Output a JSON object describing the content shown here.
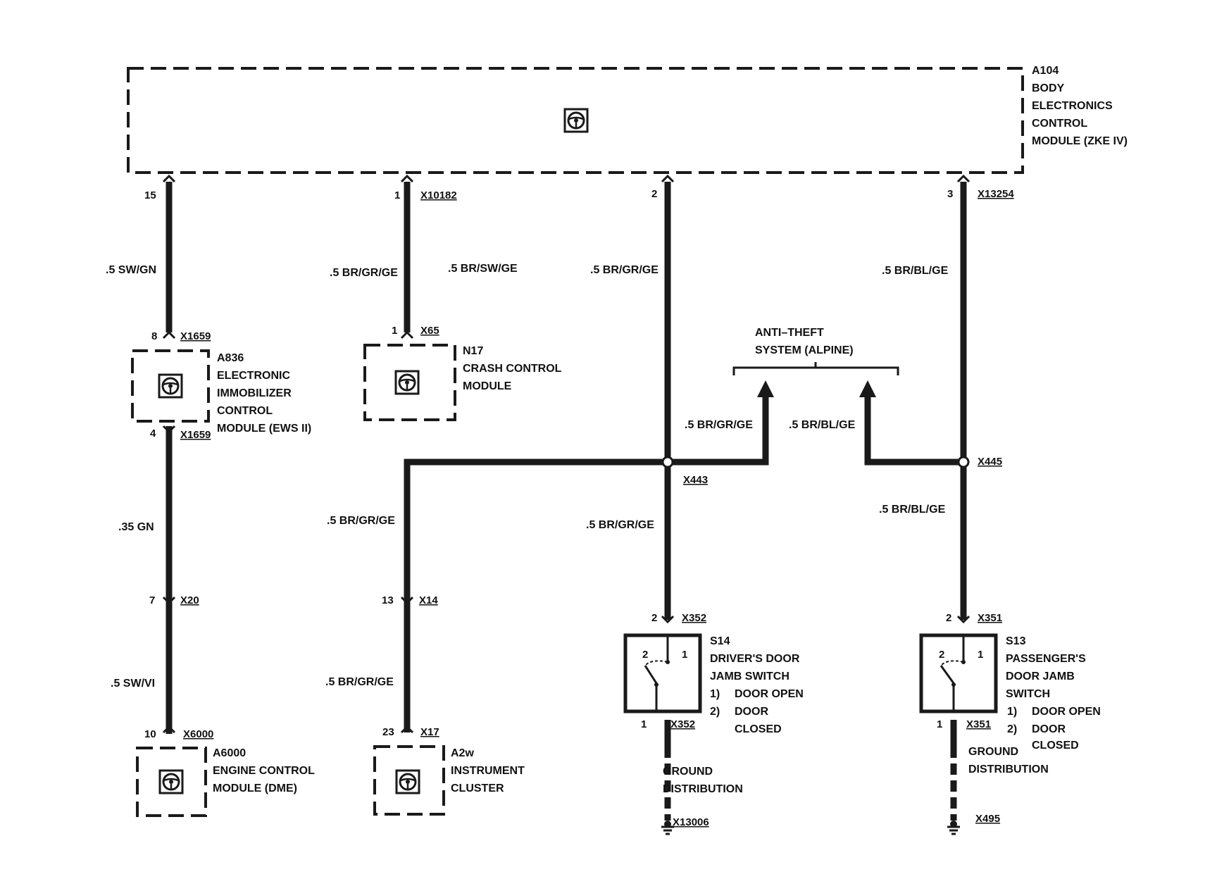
{
  "modules": {
    "a104": {
      "code": "A104",
      "lines": [
        "BODY",
        "ELECTRONICS",
        "CONTROL",
        "MODULE (ZKE IV)"
      ]
    },
    "a836": {
      "code": "A836",
      "lines": [
        "ELECTRONIC",
        "IMMOBILIZER",
        "CONTROL",
        "MODULE (EWS II)"
      ]
    },
    "n17": {
      "code": "N17",
      "lines": [
        "CRASH CONTROL",
        "MODULE"
      ]
    },
    "a6000": {
      "code": "A6000",
      "lines": [
        "ENGINE CONTROL",
        "MODULE (DME)"
      ]
    },
    "a2w": {
      "code": "A2w",
      "lines": [
        "INSTRUMENT",
        "CLUSTER"
      ]
    },
    "s14": {
      "code": "S14",
      "lines": [
        "DRIVER'S DOOR",
        "JAMB SWITCH"
      ],
      "states": [
        "1)",
        "DOOR OPEN",
        "2)",
        "DOOR",
        "CLOSED"
      ]
    },
    "s13": {
      "code": "S13",
      "lines": [
        "PASSENGER'S",
        "DOOR JAMB",
        "SWITCH"
      ],
      "states": [
        "1)",
        "DOOR OPEN",
        "2)",
        "DOOR",
        "CLOSED"
      ]
    },
    "alpine": {
      "lines": [
        "ANTI–THEFT",
        "SYSTEM (ALPINE)"
      ]
    }
  },
  "connectors": {
    "x10182": "X10182",
    "x13254": "X13254",
    "x1659_top": "X1659",
    "x1659_bot": "X1659",
    "x65": "X65",
    "x20": "X20",
    "x14": "X14",
    "x6000": "X6000",
    "x17": "X17",
    "x443": "X443",
    "x445": "X445",
    "x352_top": "X352",
    "x352_bot": "X352",
    "x351_top": "X351",
    "x351_bot": "X351",
    "x13006": "X13006",
    "x495": "X495"
  },
  "pins": {
    "p15": "15",
    "p1_top": "1",
    "p2_top": "2",
    "p3_top": "3",
    "p8": "8",
    "p1_n17": "1",
    "p4": "4",
    "p7": "7",
    "p13": "13",
    "p10": "10",
    "p23": "23",
    "p2_s14": "2",
    "p1_s14": "1",
    "s14_in2": "2",
    "s14_in1": "1",
    "p2_s13": "2",
    "p1_s13": "1",
    "s13_in2": "2",
    "s13_in1": "1"
  },
  "wires": {
    "w1": ".5 SW/GN",
    "w2": ".5 BR/GR/GE",
    "w3": ".5 BR/SW/GE",
    "w4": ".5 BR/GR/GE",
    "w5": ".5 BR/BL/GE",
    "w6": ".35 GN",
    "w7": ".5 SW/VI",
    "w8": ".5 BR/GR/GE",
    "w9": ".5 BR/GR/GE",
    "w10": ".5 BR/GR/GE",
    "w11": ".5 BR/GR/GE",
    "w12": ".5 BR/BL/GE",
    "w13": ".5 BR/BL/GE"
  },
  "ground": {
    "s14": [
      "GROUND",
      "DISTRIBUTION"
    ],
    "s13": [
      "GROUND",
      "DISTRIBUTION"
    ]
  },
  "icons": {
    "module_icon": "steering-wheel-icon",
    "ground_icon": "ground-symbol-icon"
  }
}
